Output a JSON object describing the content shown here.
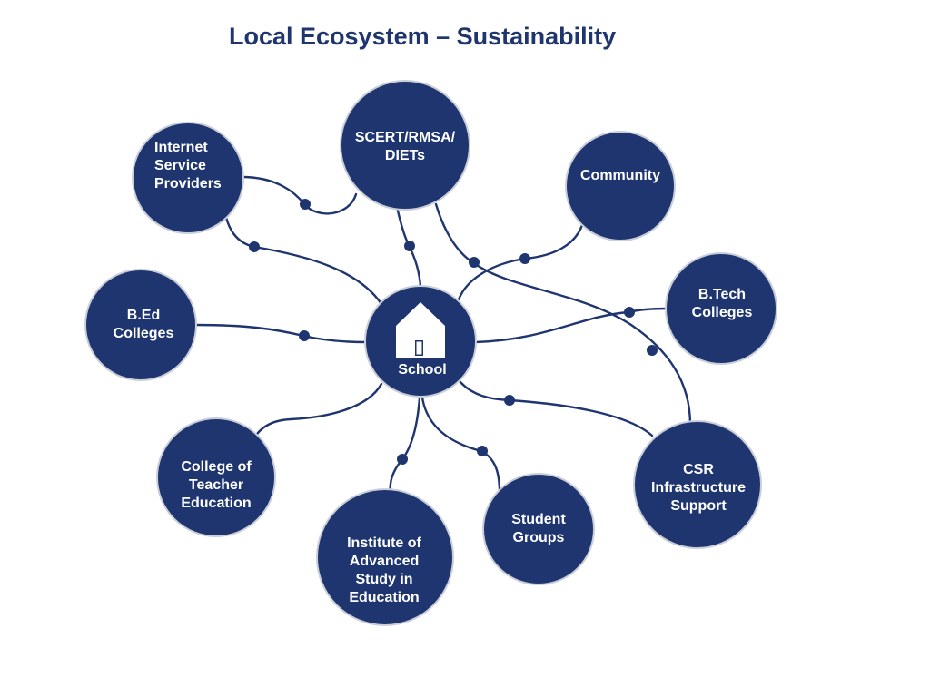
{
  "title": "Local Ecosystem – Sustainability",
  "hub": {
    "label": "School"
  },
  "nodes": {
    "isp": {
      "label": "Internet Service Providers"
    },
    "scert": {
      "label": "SCERT/RMSA/ DIETs"
    },
    "community": {
      "label": "Community"
    },
    "btech": {
      "label": "B.Tech Colleges"
    },
    "bed": {
      "label": "B.Ed Colleges"
    },
    "cte": {
      "label": "College of Teacher Education"
    },
    "iase": {
      "label": "Institute of Advanced Study in Education"
    },
    "student": {
      "label": "Student Groups"
    },
    "csr": {
      "label": "CSR Infrastructure Support"
    }
  },
  "colors": {
    "node_fill": "#1f3570",
    "connector": "#1f3570",
    "title": "#1f3570"
  },
  "icons": {
    "hub": "school-building-icon"
  }
}
